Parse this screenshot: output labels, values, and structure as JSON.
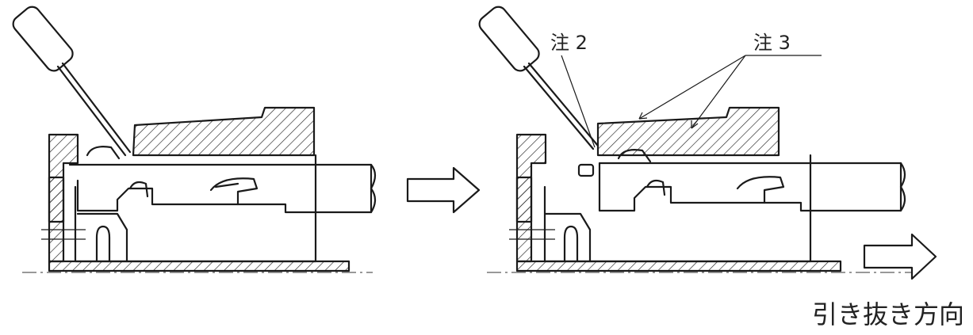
{
  "annotations": {
    "note2": "注 2",
    "note3": "注 3",
    "pull_direction": "引き抜き方向"
  },
  "icons": {
    "step_arrow": "arrow-right-icon",
    "pull_arrow": "arrow-right-icon"
  }
}
